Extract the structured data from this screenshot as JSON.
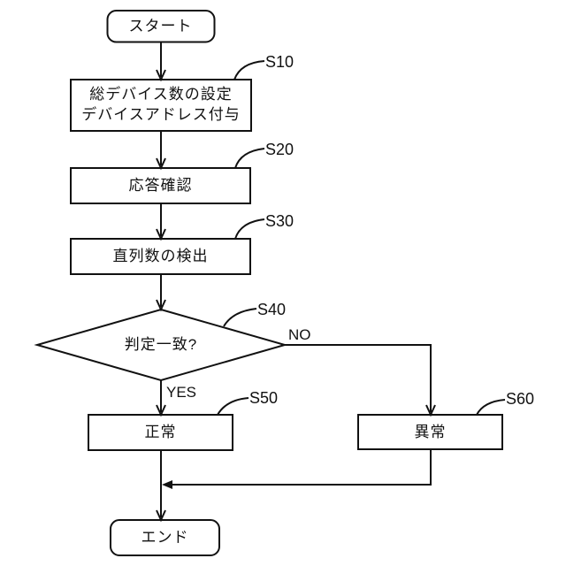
{
  "figure": {
    "type": "flowchart",
    "language": "ja",
    "colors": {
      "stroke": "#111111",
      "background": "#ffffff"
    },
    "nodes": {
      "start": {
        "shape": "terminal",
        "label": "スタート"
      },
      "s10": {
        "shape": "process",
        "step": "S10",
        "line1": "総デバイス数の設定",
        "line2": "デバイスアドレス付与"
      },
      "s20": {
        "shape": "process",
        "step": "S20",
        "label": "応答確認"
      },
      "s30": {
        "shape": "process",
        "step": "S30",
        "label": "直列数の検出"
      },
      "s40": {
        "shape": "decision",
        "step": "S40",
        "label": "判定一致?"
      },
      "s50": {
        "shape": "process",
        "step": "S50",
        "label": "正常"
      },
      "s60": {
        "shape": "process",
        "step": "S60",
        "label": "異常"
      },
      "end": {
        "shape": "terminal",
        "label": "エンド"
      }
    },
    "branches": {
      "yes": "YES",
      "no": "NO"
    },
    "flow": [
      "start -> s10 -> s20 -> s30 -> s40",
      "s40 -YES-> s50 -> end",
      "s40 -NO-> s60 -> (merge into s50->end line)"
    ]
  }
}
